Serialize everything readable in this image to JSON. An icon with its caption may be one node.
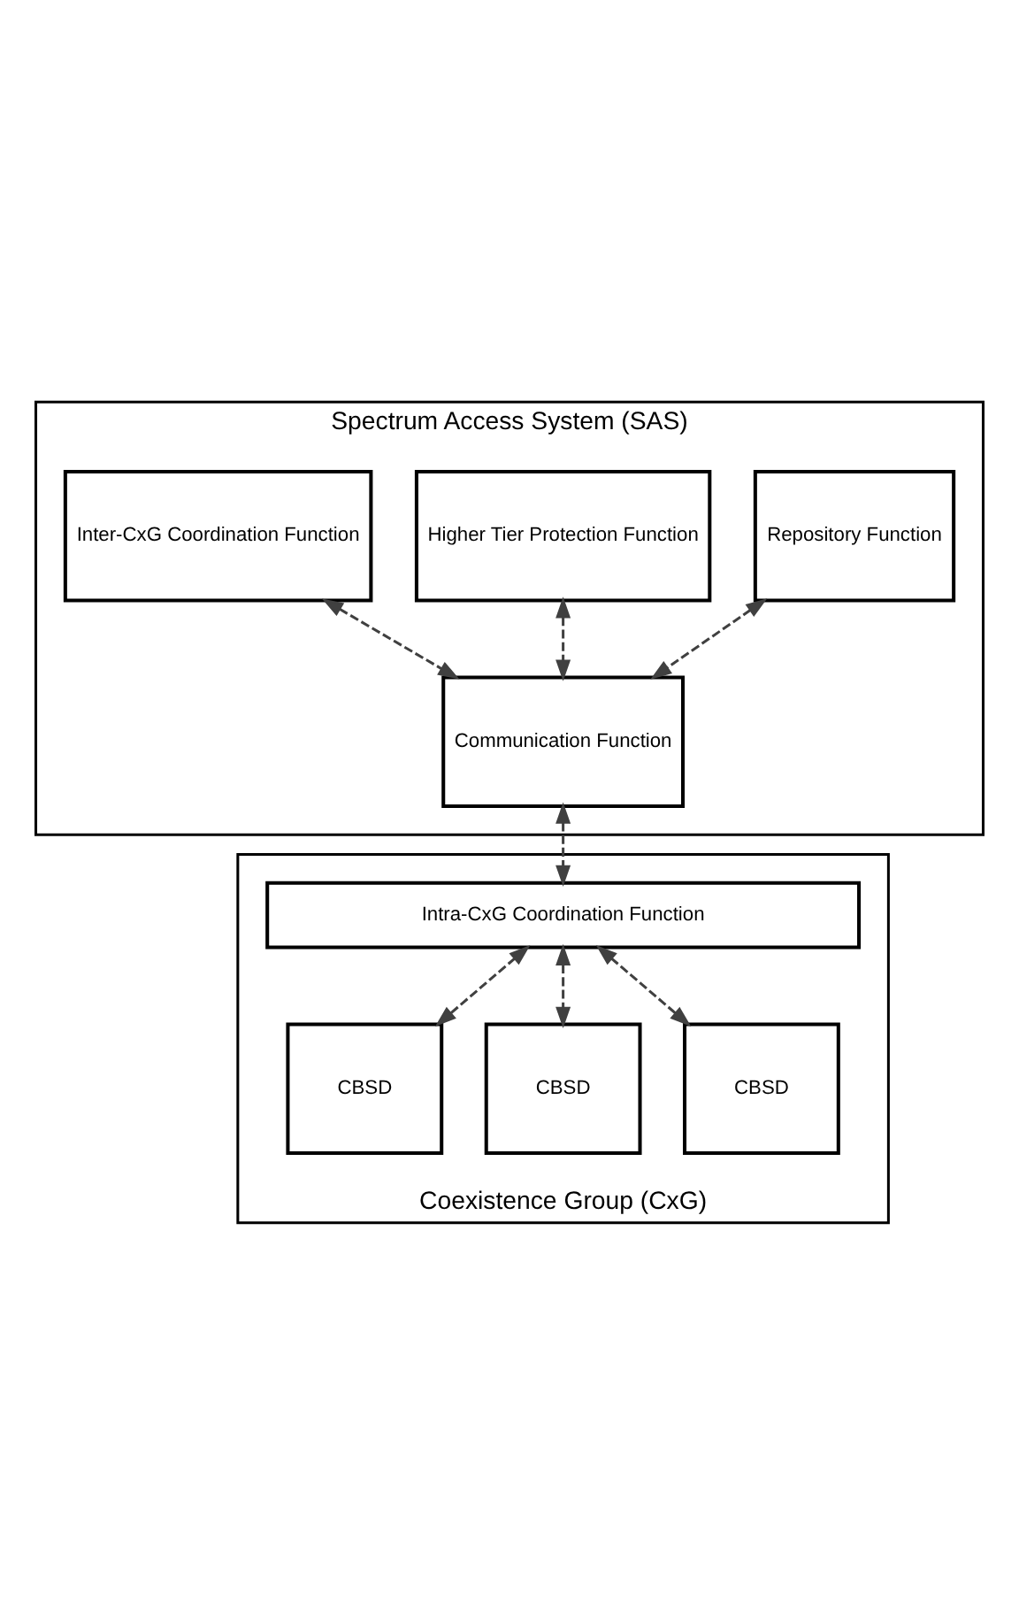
{
  "diagram": {
    "nodes": [
      {
        "text": [
          "Spectrum Access System (SAS)"
        ]
      },
      {
        "text": [
          "Repository Function"
        ],
        "in": 0
      },
      {
        "text": [
          "Higher Tier Protection Function"
        ],
        "in": 0
      },
      {
        "text": [
          "Inter-CxG Coordination Function"
        ],
        "in": 0
      },
      {
        "text": [
          "Communication Function"
        ],
        "in": 0
      },
      {
        "text": [
          "Coexistence Group (CxG)"
        ]
      },
      {
        "text": [
          "Intra-CxG Coordination Function"
        ],
        "in": 5
      },
      {
        "text": [
          "CBSD"
        ],
        "in": 5
      },
      {
        "text": [
          "CBSD"
        ],
        "in": 5
      },
      {
        "text": [
          "CBSD"
        ],
        "in": 5
      }
    ],
    "edges": [
      {
        "from": 1,
        "to": 4,
        "arrow": "both",
        "style": "dashed"
      },
      {
        "from": 2,
        "to": 4,
        "arrow": "both",
        "style": "dashed"
      },
      {
        "from": 3,
        "to": 4,
        "arrow": "both",
        "style": "dashed"
      },
      {
        "from": 4,
        "to": 6,
        "arrow": "both",
        "style": "dashed"
      },
      {
        "from": 6,
        "to": 7,
        "arrow": "both",
        "style": "dashed"
      },
      {
        "from": 6,
        "to": 8,
        "arrow": "both",
        "style": "dashed"
      },
      {
        "from": 6,
        "to": 9,
        "arrow": "both",
        "style": "dashed"
      }
    ]
  }
}
